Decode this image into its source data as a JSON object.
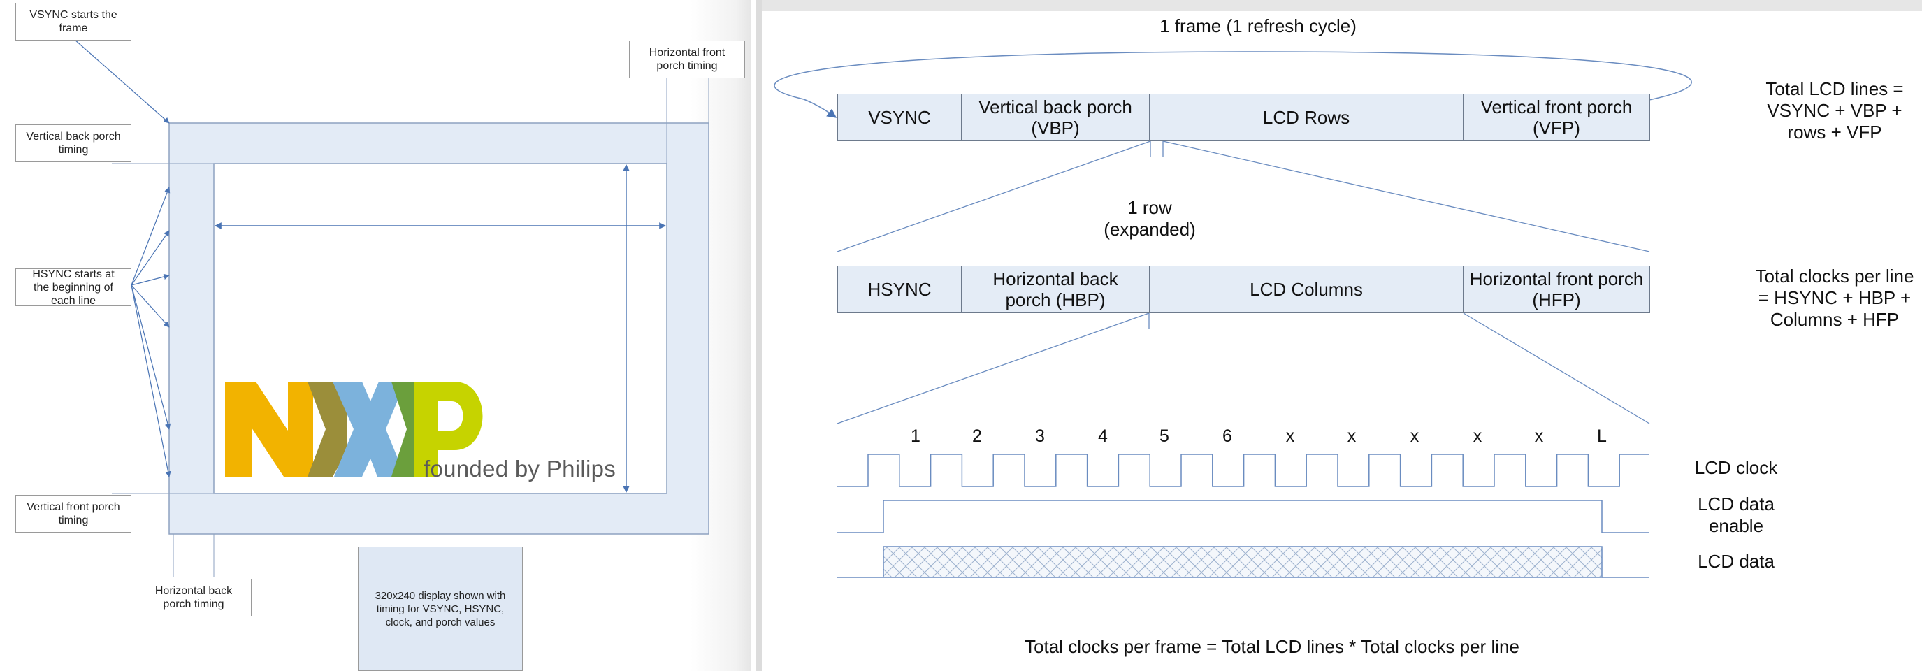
{
  "left": {
    "notes": {
      "vsync_start": "VSYNC starts the\nframe",
      "h_front_porch": "Horizontal front\nporch timing",
      "v_back_porch": "Vertical back porch\ntiming",
      "hsync_start": "HSYNC starts at\nthe beginning of\neach line",
      "v_front_porch": "Vertical front porch\ntiming",
      "h_back_porch": "Horizontal back\nporch timing"
    },
    "caption": "320x240 display shown with\ntiming for VSYNC, HSYNC,\nclock, and porch values",
    "logo": {
      "tagline": "founded by Philips",
      "colors": {
        "n": "#f2b300",
        "x_left": "#9b8e3a",
        "x_mid": "#7cb2dc",
        "x_right": "#6b9f3c",
        "p": "#c6d300"
      }
    },
    "colors": {
      "frame_fill": "#e3ebf6",
      "frame_stroke": "#8ea2c0",
      "arrow": "#4a74b4"
    }
  },
  "right": {
    "frame_title": "1 frame (1 refresh cycle)",
    "frame_segments": [
      "VSYNC",
      "Vertical back porch\n(VBP)",
      "LCD Rows",
      "Vertical front porch\n(VFP)"
    ],
    "frame_total": "Total LCD lines =\nVSYNC + VBP +\nrows + VFP",
    "row_label": "1 row\n(expanded)",
    "row_segments": [
      "HSYNC",
      "Horizontal back\nporch (HBP)",
      "LCD Columns",
      "Horizontal front porch\n(HFP)"
    ],
    "row_total": "Total clocks per line\n= HSYNC + HBP +\nColumns + HFP",
    "clock_numbers": [
      "1",
      "2",
      "3",
      "4",
      "5",
      "6",
      "x",
      "x",
      "x",
      "x",
      "x",
      "L"
    ],
    "signal_labels": {
      "clock": "LCD clock",
      "enable": "LCD data\nenable",
      "data": "LCD data"
    },
    "footer": "Total clocks per frame = Total LCD lines * Total clocks per line",
    "colors": {
      "box_fill": "#e4ecf6",
      "box_stroke": "#6d7a8c",
      "line": "#6a8cc0",
      "data_hatch": "#9fb3cf"
    }
  }
}
